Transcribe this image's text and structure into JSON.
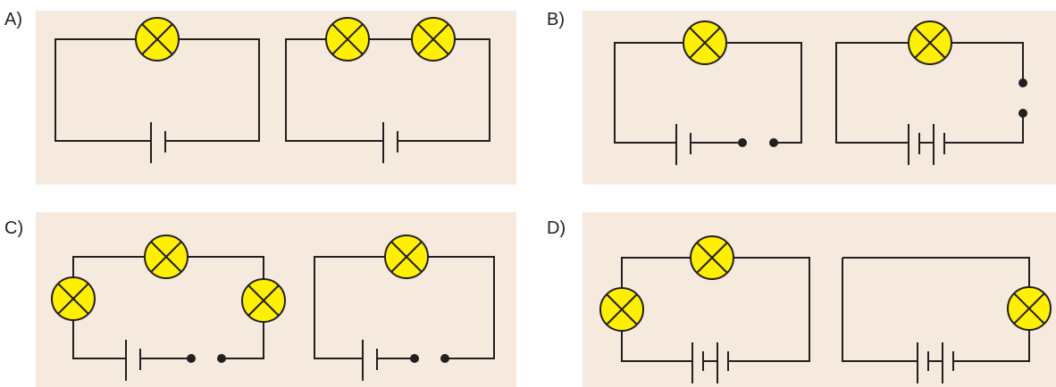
{
  "colors": {
    "panel": "#f6e9dd",
    "wire": "#231f20",
    "lamp": "#ffef00"
  },
  "options": [
    {
      "id": "A",
      "label": "A)"
    },
    {
      "id": "B",
      "label": "B)"
    },
    {
      "id": "C",
      "label": "C)"
    },
    {
      "id": "D",
      "label": "D)"
    }
  ]
}
